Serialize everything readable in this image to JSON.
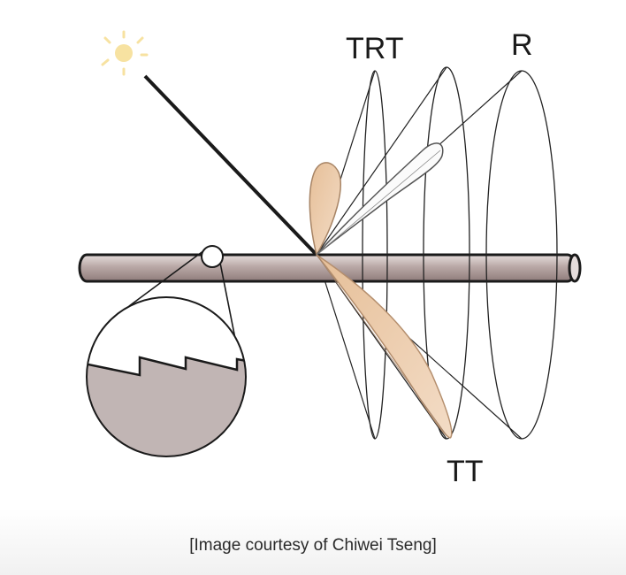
{
  "labels": {
    "trt": "TRT",
    "r": "R",
    "tt": "TT"
  },
  "caption": "[Image courtesy of Chiwei Tseng]",
  "icons": {
    "light_source": "sun-icon"
  },
  "colors": {
    "lobe_fill": "#eccfb2",
    "lobe_stroke": "#c09a78",
    "hair_fill": "#b4a3a2",
    "cuticle_fill": "#c1b5b4",
    "sun": "#f7e2a1",
    "line": "#1a1a1a"
  }
}
